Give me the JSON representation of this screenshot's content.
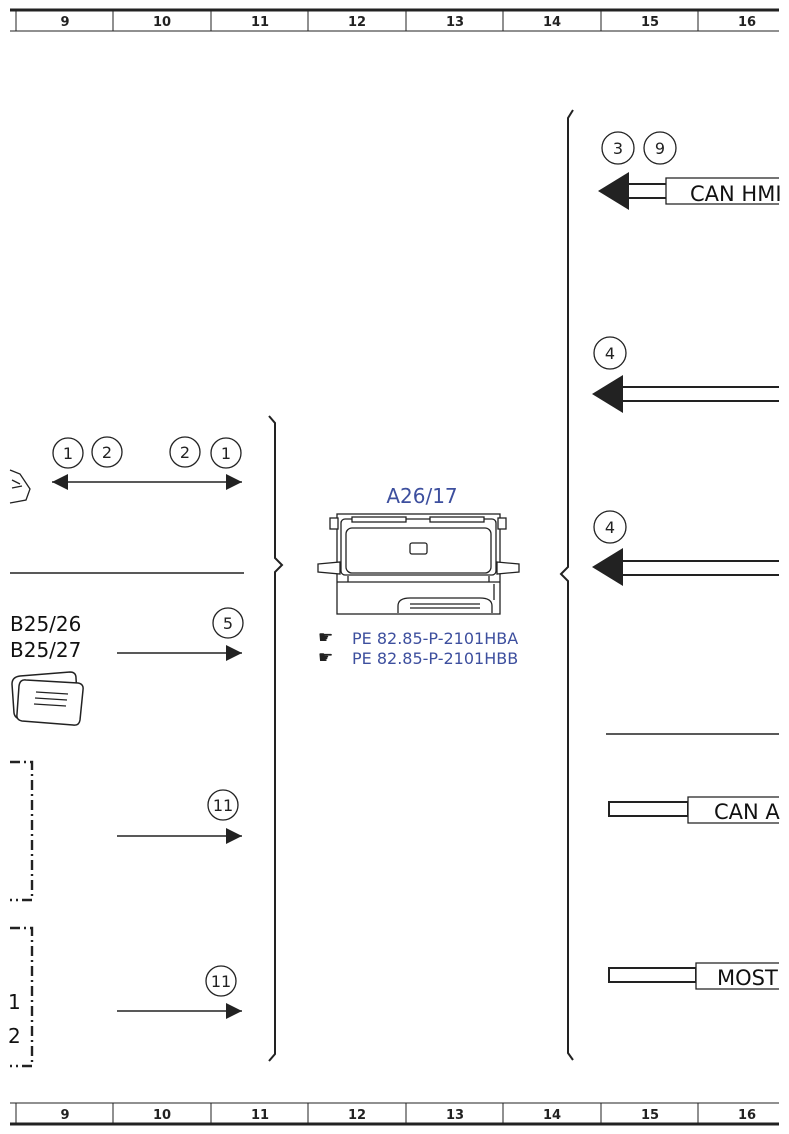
{
  "grid": {
    "columns": [
      "9",
      "10",
      "11",
      "12",
      "13",
      "14",
      "15",
      "16"
    ]
  },
  "component": {
    "label": "A26/17",
    "references": [
      "PE 82.85-P-2101HBA",
      "PE 82.85-P-2101HBB"
    ],
    "reference_icon": "pointing-hand-icon"
  },
  "left": {
    "connectors": [
      "B25/26",
      "B25/27"
    ],
    "partial_labels": [
      "1",
      "2"
    ],
    "markers": {
      "top_left_1": "1",
      "top_left_2": "2",
      "top_right_2": "2",
      "top_right_1": "1",
      "b25": "5",
      "box1": "11",
      "box2": "11"
    }
  },
  "right": {
    "markers": {
      "can_hmi_a": "3",
      "can_hmi_b": "9",
      "line2": "4",
      "line3": "4"
    },
    "buses": {
      "can_hmi": "CAN HMI",
      "can_a": "CAN A",
      "most": "MOST"
    }
  },
  "colors": {
    "component_label": "#3d4f9e",
    "lines": "#222222"
  }
}
